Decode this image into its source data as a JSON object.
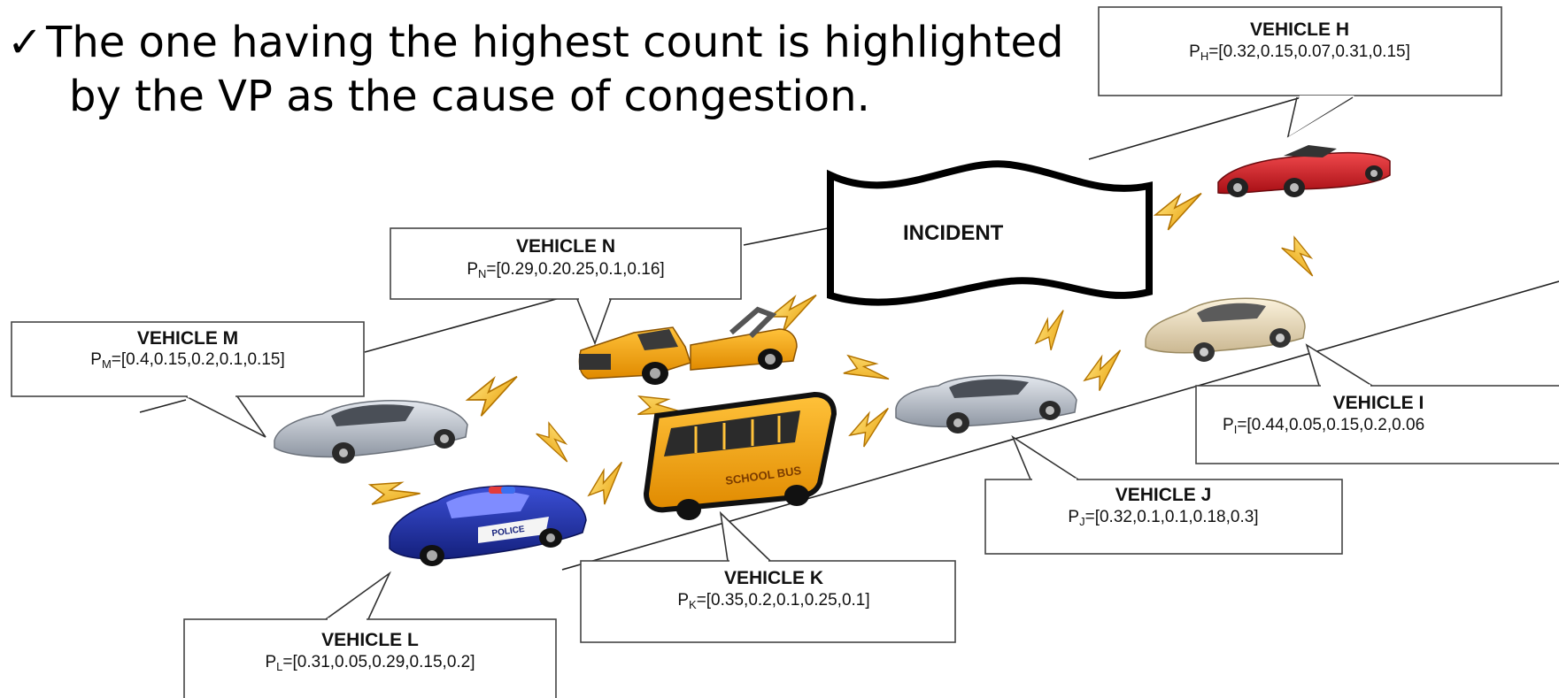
{
  "slide": {
    "bullet_icon": "check-mark-icon",
    "bullet_symbol": "✓",
    "line1": "The one having the highest count is highlighted",
    "line2": "by the VP as the cause of congestion."
  },
  "diagram": {
    "incident_label": "INCIDENT",
    "vehicles": {
      "h": {
        "title": "VEHICLE H",
        "prefix": "P",
        "sub": "H",
        "values": "=[0.32,0.15,0.07,0.31,0.15]",
        "icon": "red-convertible-icon"
      },
      "i": {
        "title": "VEHICLE I",
        "prefix": "P",
        "sub": "I",
        "values": "=[0.44,0.05,0.15,0.2,0.06",
        "icon": "beige-sedan-icon"
      },
      "j": {
        "title": "VEHICLE J",
        "prefix": "P",
        "sub": "J",
        "values": "=[0.32,0.1,0.1,0.18,0.3]",
        "icon": "silver-sedan-icon"
      },
      "k": {
        "title": "VEHICLE K",
        "prefix": "P",
        "sub": "K",
        "values": "=[0.35,0.2,0.1,0.25,0.1]",
        "icon": "school-bus-icon"
      },
      "l": {
        "title": "VEHICLE L",
        "prefix": "P",
        "sub": "L",
        "values": "=[0.31,0.05,0.29,0.15,0.2]",
        "icon": "police-car-icon"
      },
      "m": {
        "title": "VEHICLE M",
        "prefix": "P",
        "sub": "M",
        "values": "=[0.4,0.15,0.2,0.1,0.15]",
        "icon": "silver-sedan-icon"
      },
      "n": {
        "title": "VEHICLE N",
        "prefix": "P",
        "sub": "N",
        "values": "=[0.29,0.20.25,0.1,0.16]",
        "icon": "tow-truck-icon"
      }
    },
    "bus_text": "SCHOOL BUS",
    "police_text": "POLICE",
    "link_icon": "lightning-bolt-icon"
  }
}
